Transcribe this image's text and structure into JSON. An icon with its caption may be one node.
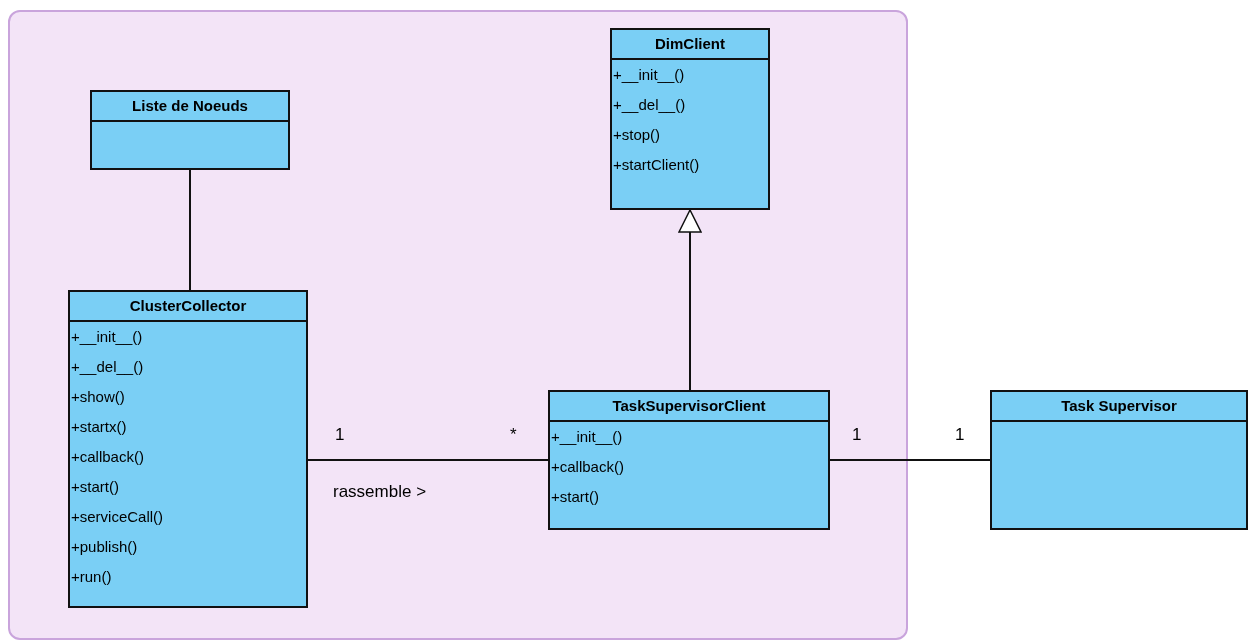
{
  "diagram": {
    "nodes": [
      {
        "text": [],
        "shape": "box"
      },
      {
        "text": [
          "Liste de Noeuds"
        ],
        "in": 0
      },
      {
        "text": [
          "DimClient",
          "+__init__()",
          "+__del__()",
          "+stop()",
          "+startClient()"
        ],
        "in": 0
      },
      {
        "text": [
          "ClusterCollector",
          "+__init__()",
          "+__del__()",
          "+show()",
          "+startx()",
          "+callback()",
          "+start()",
          "+serviceCall()",
          "+publish()",
          "+run()"
        ],
        "in": 0
      },
      {
        "text": [
          "TaskSupervisorClient",
          "+__init__()",
          "+callback()",
          "+start()"
        ],
        "in": 0
      },
      {
        "text": [
          "Task Supervisor"
        ]
      }
    ],
    "edges": [
      {
        "from": 1,
        "to": 3,
        "arrow": "none"
      },
      {
        "from": 4,
        "to": 2,
        "arrow": "to"
      },
      {
        "from": 3,
        "to": 4,
        "arrow": "none",
        "label": "rassemble >"
      },
      {
        "from": 4,
        "to": 5,
        "arrow": "none"
      }
    ],
    "labels": [
      "1",
      "*",
      "1",
      "1"
    ]
  }
}
